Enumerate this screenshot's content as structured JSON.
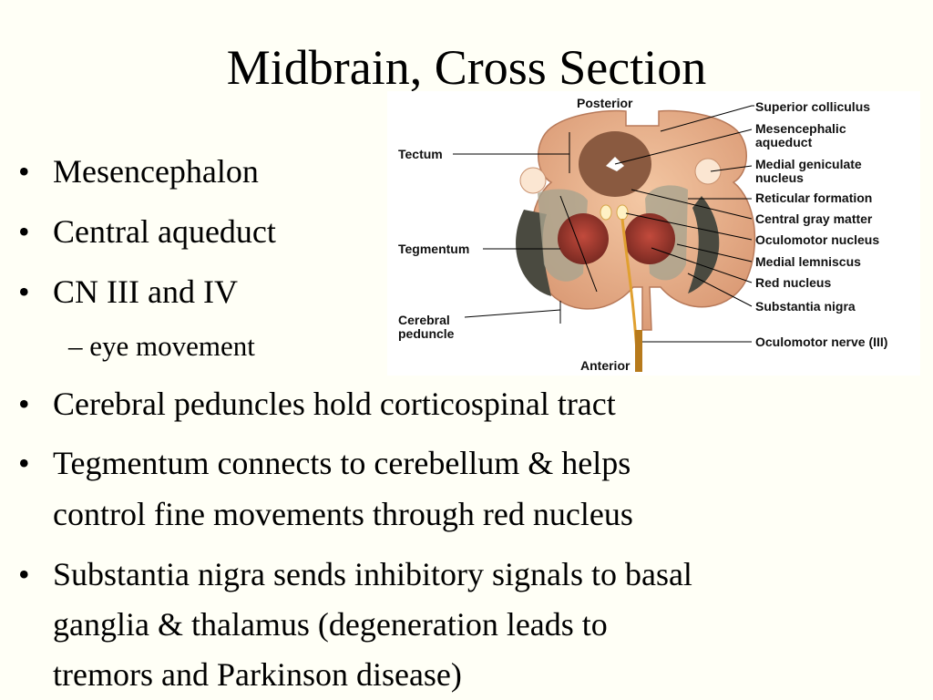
{
  "slide": {
    "title": "Midbrain, Cross Section",
    "bullets": [
      {
        "text": "Mesencephalon"
      },
      {
        "text": "Central aqueduct"
      },
      {
        "text": "CN III and IV"
      },
      {
        "text": "Cerebral peduncles hold corticospinal tract"
      },
      {
        "text": "Tegmentum connects to cerebellum & helps"
      },
      {
        "text": "control fine movements through red nucleus"
      },
      {
        "text": "Substantia nigra sends inhibitory signals to basal"
      },
      {
        "text": "ganglia & thalamus (degeneration leads to"
      },
      {
        "text": "tremors and Parkinson disease)"
      }
    ],
    "sub_bullet": "– eye movement",
    "bullet_symbol": "•"
  },
  "figure": {
    "orientation_top": "Posterior",
    "orientation_bottom": "Anterior",
    "left_labels": [
      "Tectum",
      "Tegmentum",
      "Cerebral",
      "peduncle"
    ],
    "right_labels": [
      "Superior colliculus",
      "Mesencephalic",
      "aqueduct",
      "Medial geniculate",
      "nucleus",
      "Reticular formation",
      "Central gray matter",
      "Oculomotor nucleus",
      "Medial lemniscus",
      "Red nucleus",
      "Substantia nigra",
      "Oculomotor nerve (III)"
    ]
  }
}
